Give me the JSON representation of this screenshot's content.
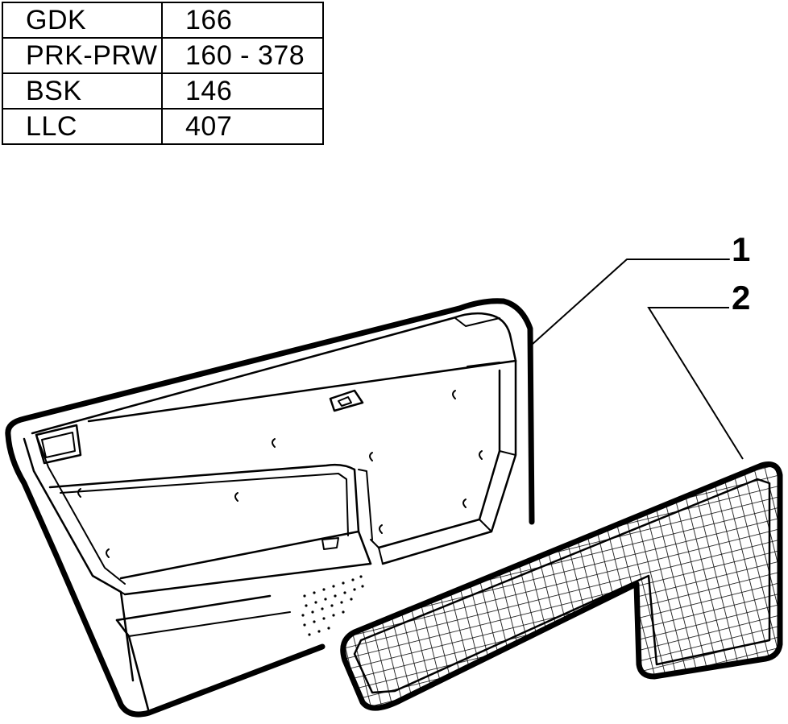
{
  "table": {
    "rows": [
      {
        "code": "GDK",
        "value": "166"
      },
      {
        "code": "PRK-PRW",
        "value": "160 - 378"
      },
      {
        "code": "BSK",
        "value": "146"
      },
      {
        "code": "LLC",
        "value": "407"
      }
    ]
  },
  "callouts": [
    "1",
    "2"
  ]
}
